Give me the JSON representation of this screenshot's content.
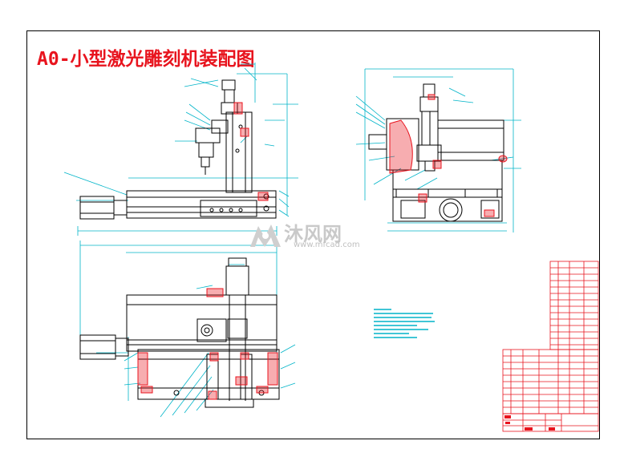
{
  "drawing": {
    "title": "A0-小型激光雕刻机装配图"
  },
  "watermark": {
    "brand": "沐风网",
    "url": "www.mfcad.com"
  },
  "colors": {
    "outline": "#000000",
    "dimension": "#00b4c8",
    "section": "#e8141e",
    "title": "#e8141e",
    "watermark": "#c9c9c9"
  },
  "views": [
    "front-view",
    "side-view",
    "top-view",
    "notes-block",
    "title-block"
  ]
}
